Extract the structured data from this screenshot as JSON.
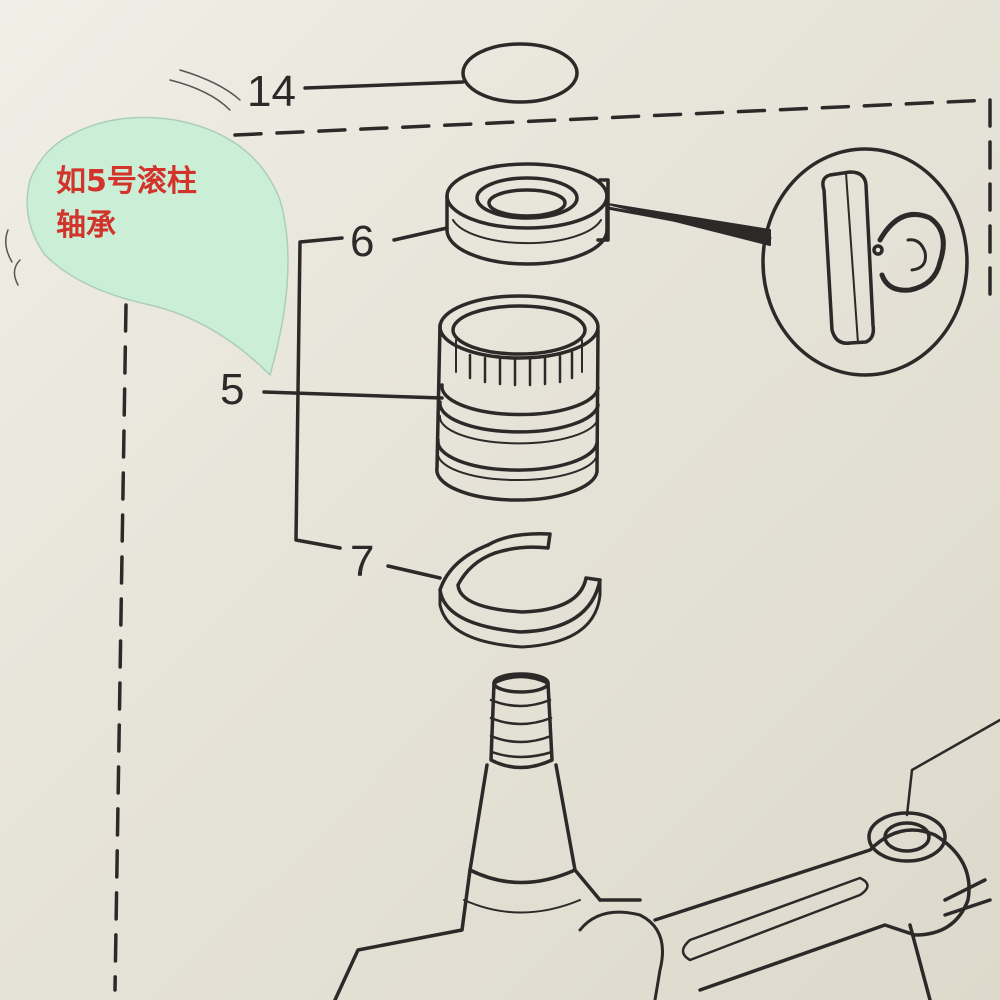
{
  "diagram": {
    "part_labels": [
      "14",
      "6",
      "5",
      "7"
    ],
    "callout_text": [
      "如5号滚柱",
      "轴承"
    ],
    "colors": {
      "paper": "#e9e6dc",
      "ink": "#2b2a28",
      "callout_fill": "#c9efd6",
      "callout_text": "#d2332b"
    }
  }
}
